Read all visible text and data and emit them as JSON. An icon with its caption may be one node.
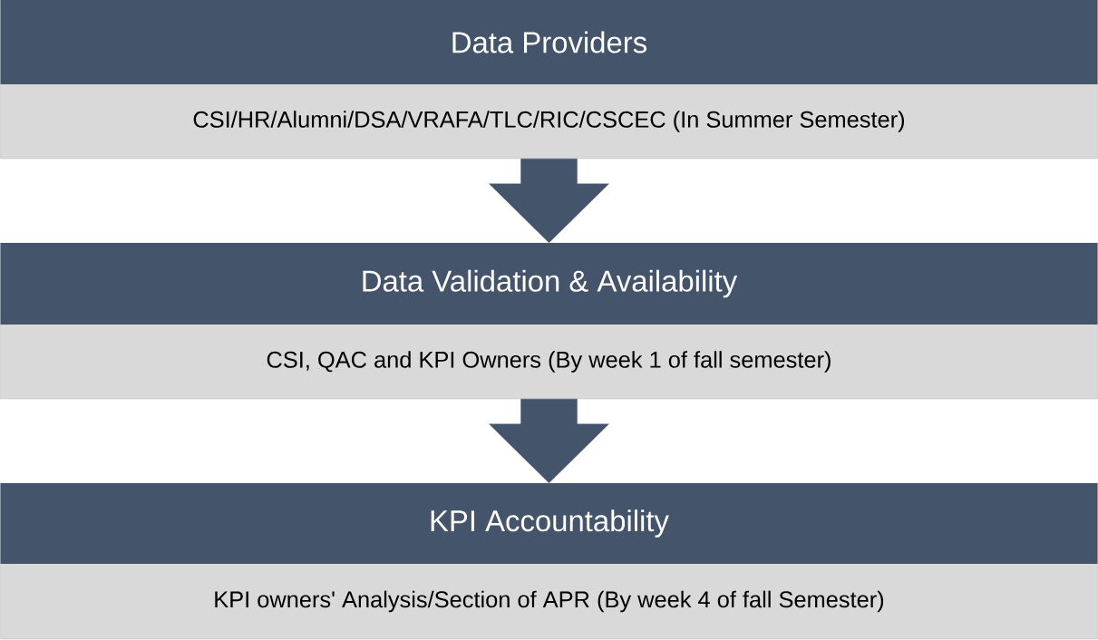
{
  "diagram": {
    "nodes": [
      {
        "text": [
          "Data Providers",
          "CSI/HR/Alumni/DSA/VRAFA/TLC/RIC/CSCEC (In Summer Semester)"
        ]
      },
      {
        "text": [
          "Data Validation & Availability",
          "CSI, QAC and KPI Owners (By week 1 of fall semester)"
        ]
      },
      {
        "text": [
          "KPI Accountability",
          "KPI owners' Analysis/Section of APR (By week 4 of fall Semester)"
        ]
      }
    ],
    "edges": [
      {
        "from": 0,
        "to": 1,
        "arrow": "to"
      },
      {
        "from": 1,
        "to": 2,
        "arrow": "to"
      }
    ]
  }
}
